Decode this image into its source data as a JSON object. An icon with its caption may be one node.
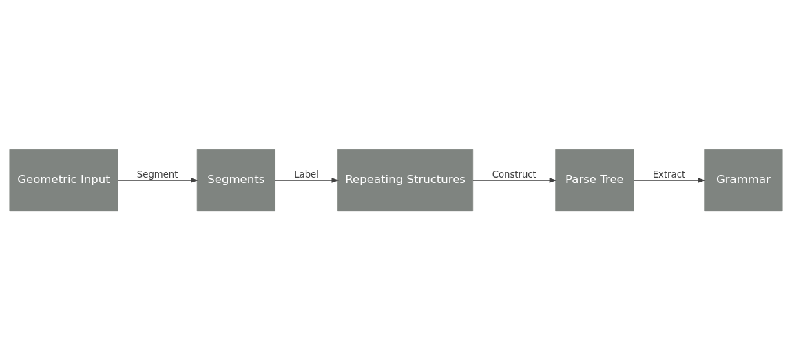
{
  "diagram": {
    "nodes": [
      {
        "text": [
          "Geometric Input"
        ]
      },
      {
        "text": [
          "Segments"
        ]
      },
      {
        "text": [
          "Repeating Structures"
        ]
      },
      {
        "text": [
          "Parse Tree"
        ]
      },
      {
        "text": [
          "Grammar"
        ]
      }
    ],
    "edges": [
      {
        "from": 0,
        "to": 1,
        "arrow": "to",
        "label": "Segment"
      },
      {
        "from": 1,
        "to": 2,
        "arrow": "to",
        "label": "Label"
      },
      {
        "from": 2,
        "to": 3,
        "arrow": "to",
        "label": "Construct"
      },
      {
        "from": 3,
        "to": 4,
        "arrow": "to",
        "label": "Extract"
      }
    ]
  }
}
